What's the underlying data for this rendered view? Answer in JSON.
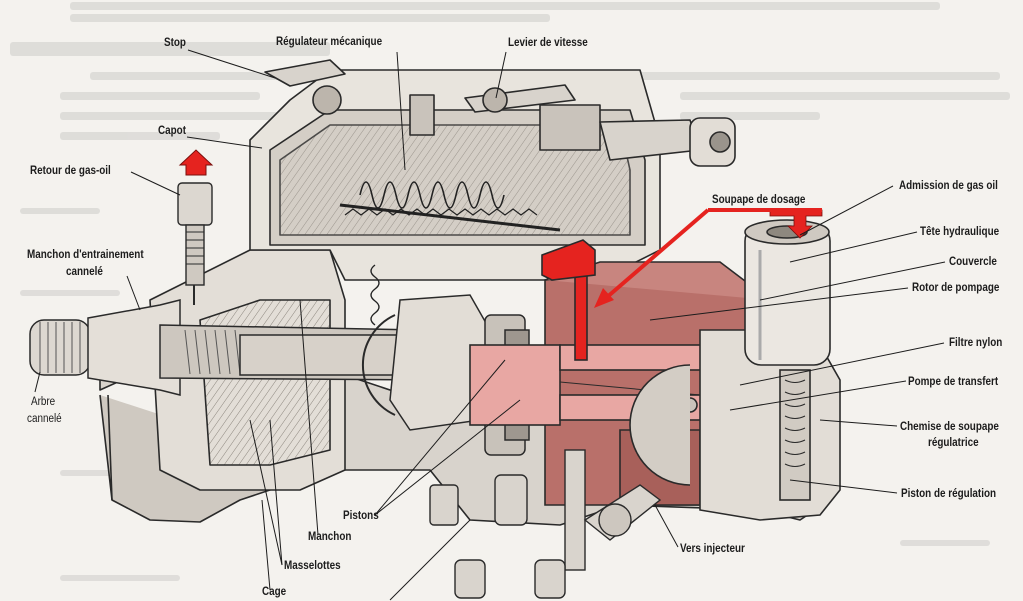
{
  "labels": {
    "stop": "Stop",
    "regulateur": "Régulateur mécanique",
    "levier": "Levier de vitesse",
    "capot": "Capot",
    "retour": "Retour de gas-oil",
    "manchon_entrainement_1": "Manchon d'entrainement",
    "manchon_entrainement_2": "cannelé",
    "arbre_1": "Arbre",
    "arbre_2": "cannelé",
    "soupape_dosage": "Soupape de dosage",
    "admission": "Admission de gas oil",
    "tete": "Tête hydraulique",
    "couvercle": "Couvercle",
    "rotor": "Rotor de pompage",
    "filtre": "Filtre nylon",
    "pompe_transfert": "Pompe de transfert",
    "chemise_1": "Chemise de soupape",
    "chemise_2": "régulatrice",
    "piston_regulation": "Piston de régulation",
    "vers_injecteur": "Vers injecteur",
    "pistons": "Pistons",
    "manchon": "Manchon",
    "masselottes": "Masselottes",
    "cage": "Cage"
  },
  "colors": {
    "paper": "#f4f2ee",
    "ink": "#1c1c1c",
    "highlight_red": "#e5231f",
    "rotor_fill": "#b9706a",
    "rotor_pink": "#e8a7a3",
    "metal_light": "#e6e2dc",
    "metal_mid": "#c9c3bb",
    "metal_dark": "#7c776f"
  }
}
